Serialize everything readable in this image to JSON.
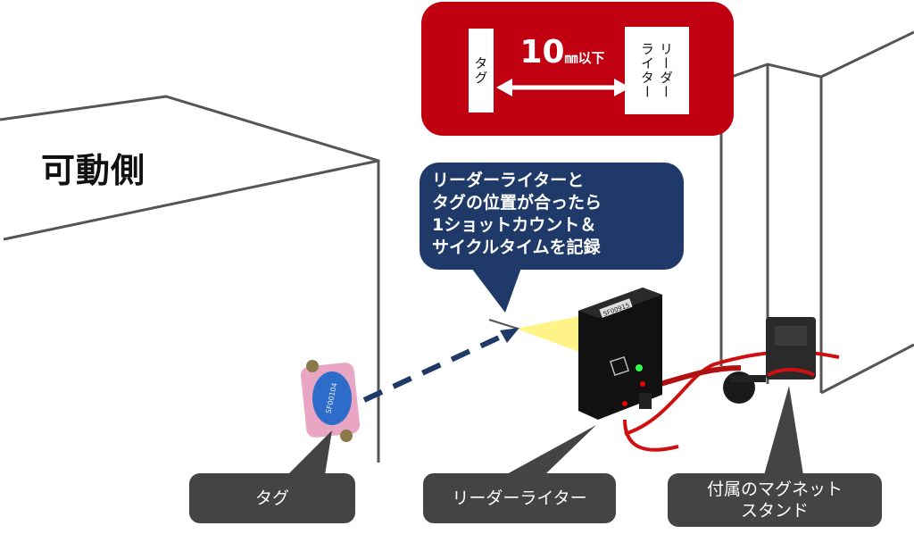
{
  "side_label": "可動側",
  "spec": {
    "tag_label": "タグ",
    "reader_label": "リーダー\nライター",
    "distance_value": "10",
    "distance_unit": "㎜以下"
  },
  "callout": {
    "lines": [
      "リーダーライターと",
      "タグの位置が合ったら",
      "1ショットカウント＆",
      "サイクルタイムを記録"
    ]
  },
  "tag_device": {
    "serial": "SF00104"
  },
  "reader_device": {
    "serial": "SF00915"
  },
  "labels": {
    "tag": "タグ",
    "reader": "リーダーライター",
    "stand_line1": "付属のマグネット",
    "stand_line2": "スタンド"
  },
  "colors": {
    "spec_box": "#c00010",
    "callout": "#1f3a68",
    "label_box": "#444444",
    "beam": "#fff27a",
    "dashed_line": "#1f3a68",
    "cable": "#d01010"
  }
}
